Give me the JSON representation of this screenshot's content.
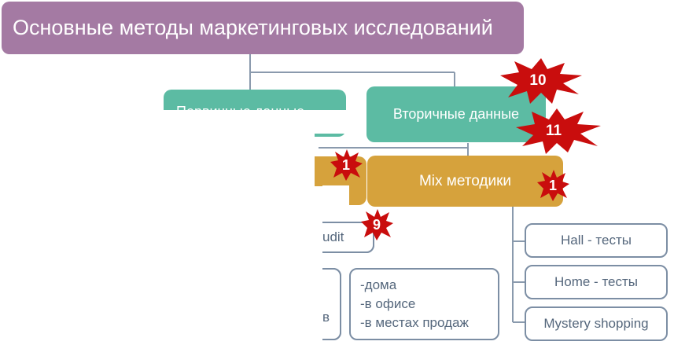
{
  "title": "Основные методы маркетинговых исследований",
  "primary_data": "Первичные данные",
  "secondary_data": "Вторичные данные",
  "mix_methods": "Mix методики",
  "audit_partial": "udit",
  "places": [
    "-дома",
    "-в офисе",
    "-в местах продаж"
  ],
  "partial_left": "в",
  "mix_items": [
    "Hall - тесты",
    "Home - тесты",
    "Mystery shopping"
  ],
  "badges": {
    "ten": "10",
    "eleven": "11",
    "one_a": "1",
    "one_b": "1",
    "nine": "9"
  },
  "colors": {
    "title": "#a47aa3",
    "green": "#5cbba3",
    "orange": "#d6a23c",
    "outline": "#7c8ea4",
    "badge": "#c90d0d"
  }
}
